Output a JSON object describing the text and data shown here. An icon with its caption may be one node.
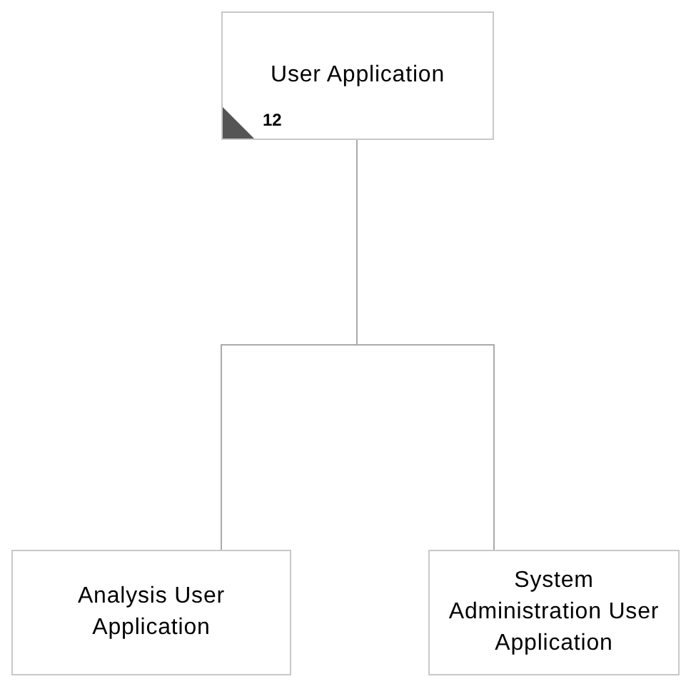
{
  "diagram": {
    "nodes": [
      {
        "text": [
          "User Application",
          "12"
        ]
      },
      {
        "text": [
          "Analysis User Application"
        ]
      },
      {
        "text": [
          "System Administration User Application"
        ]
      }
    ],
    "edges": [
      {
        "from": 0,
        "to": 1,
        "arrow": "none"
      },
      {
        "from": 0,
        "to": 2,
        "arrow": "none"
      }
    ]
  }
}
